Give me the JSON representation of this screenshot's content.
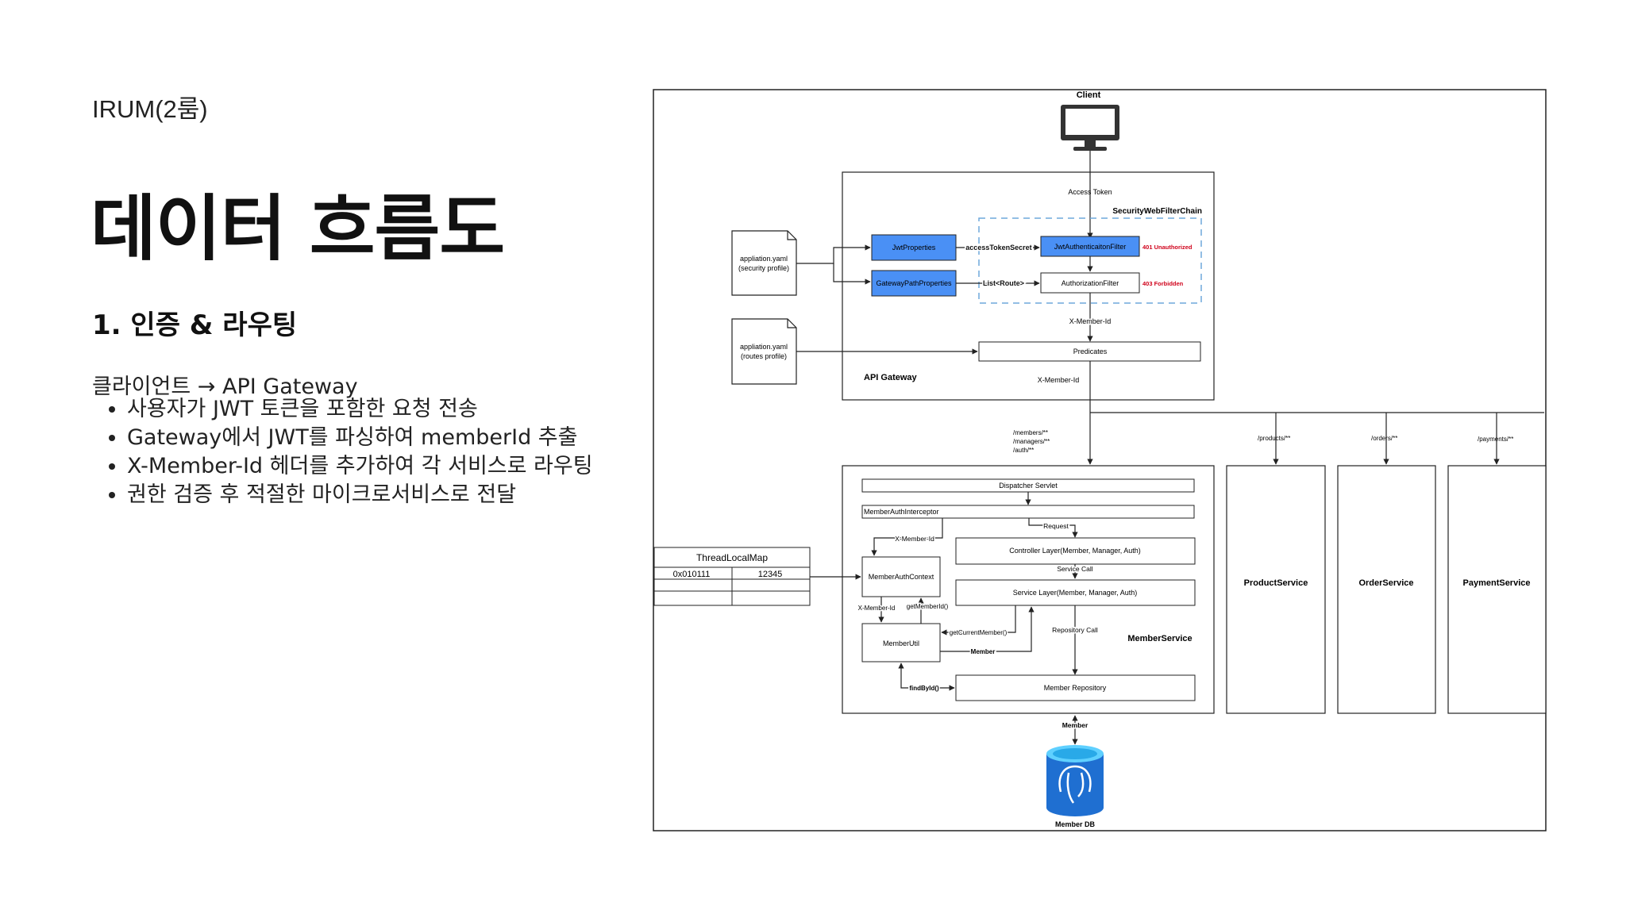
{
  "slide": {
    "project": "IRUM(2룸)",
    "title": "데이터 흐름도",
    "subtitle": "1. 인증 & 라우팅",
    "intro": "클라이언트 → API Gateway",
    "bullets": [
      "사용자가 JWT 토큰을 포함한 요청 전송",
      "Gateway에서 JWT를 파싱하여 memberId 추출",
      "X-Member-Id 헤더를 추가하여 각 서비스로 라우팅",
      "권한 검증 후 적절한 마이크로서비스로 전달"
    ]
  },
  "diagram": {
    "client": "Client",
    "access_token": "Access Token",
    "filter_chain": "SecurityWebFilterChain",
    "yaml_security": "appliation.yaml (security profile)",
    "yaml_security_l1": "appliation.yaml",
    "yaml_security_l2": "(security profile)",
    "yaml_routes_l1": "appliation.yaml",
    "yaml_routes_l2": "(routes profile)",
    "jwt_properties": "JwtProperties",
    "gateway_path_properties": "GatewayPathProperties",
    "access_token_secret": "accessTokenSecret",
    "list_route": "List<Route>",
    "jwt_filter": "JwtAuthenticaitonFilter",
    "authz_filter": "AuthorizationFilter",
    "err_401": "401 Unauthorized",
    "err_403": "403 Forbidden",
    "x_member_id": "X-Member-Id",
    "predicates": "Predicates",
    "api_gateway": "API Gateway",
    "route_members": [
      "/members/**",
      "/managers/**",
      "/auth/**"
    ],
    "route_products": "/products/**",
    "route_orders": "/orders/**",
    "route_payments": "/payments/**",
    "dispatcher": "Dispatcher Servlet",
    "interceptor": "MemberAuthInterceptor",
    "request": "Request",
    "controller": "Controller Layer(Member, Manager, Auth)",
    "service_call": "Service Call",
    "service_layer": "Service Layer(Member, Manager, Auth)",
    "repository_call": "Repository Call",
    "member_repository": "Member Repository",
    "auth_context": "MemberAuthContext",
    "member_util": "MemberUtil",
    "get_member_id": "getMemberId()",
    "get_current_member": "getCurrentMember()",
    "member": "Member",
    "find_by_id": "findById()",
    "member_service": "MemberService",
    "thread_local_map": "ThreadLocalMap",
    "tlm_key": "0x010111",
    "tlm_value": "12345",
    "product_service": "ProductService",
    "order_service": "OrderService",
    "payment_service": "PaymentService",
    "member_db": "Member DB"
  },
  "colors": {
    "accent_blue": "#4a90f5",
    "error_red": "#d0021b",
    "dashed_blue": "#6fa8dc",
    "db_blue": "#1f6fd1"
  }
}
